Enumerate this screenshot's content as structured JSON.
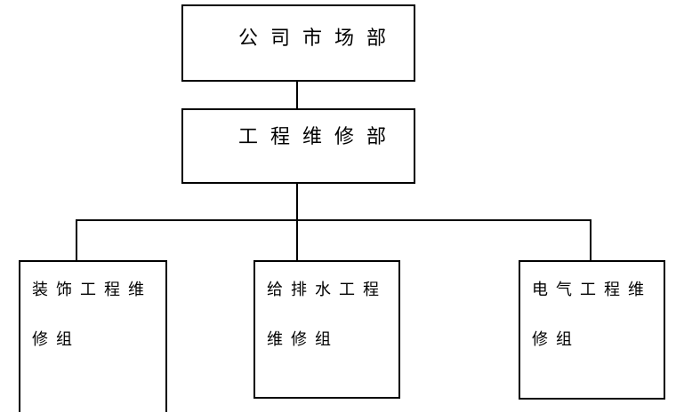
{
  "org_chart": {
    "level1": {
      "label": "公司市场部"
    },
    "level2": {
      "label": "工程维修部"
    },
    "level3": [
      {
        "lines": [
          "装饰工程维",
          "修组"
        ]
      },
      {
        "lines": [
          "给排水工程",
          "维修组"
        ]
      },
      {
        "lines": [
          "电气工程维",
          "修组"
        ]
      }
    ],
    "colors": {
      "line": "#000000",
      "text": "#000000",
      "background": "#ffffff"
    }
  }
}
